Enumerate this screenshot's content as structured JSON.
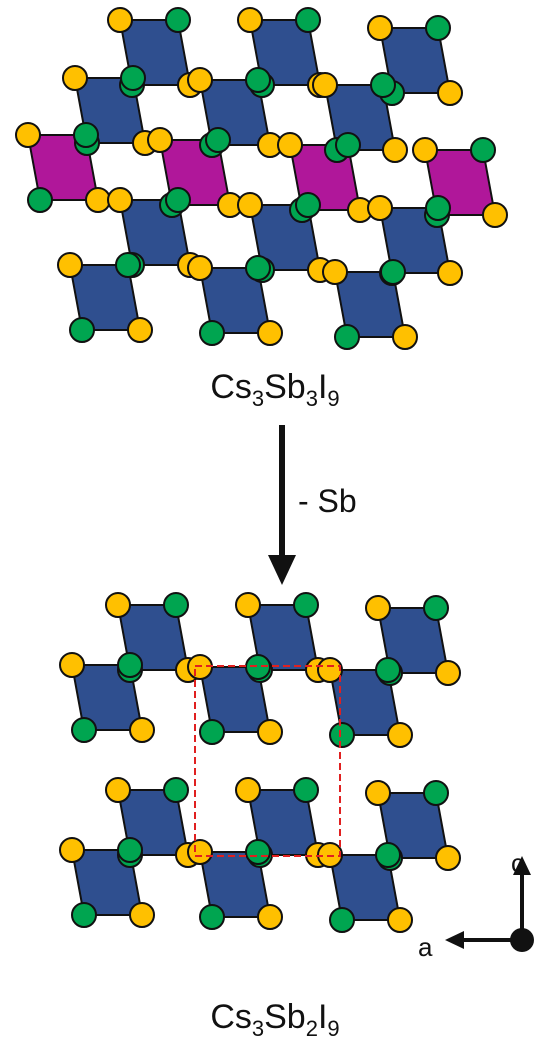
{
  "top_formula": {
    "p1": "Cs",
    "s1": "3",
    "p2": "Sb",
    "s2": "3",
    "p3": "I",
    "s3": "9"
  },
  "bottom_formula": {
    "p1": "Cs",
    "s1": "3",
    "p2": "Sb",
    "s2": "2",
    "p3": "I",
    "s3": "9"
  },
  "transition_label": "- Sb",
  "axes": {
    "horizontal": "a",
    "vertical": "c"
  },
  "colors": {
    "octahedron_blue": "#2F4F8F",
    "octahedron_magenta": "#B0179A",
    "atom_orange": "#FFC000",
    "atom_green": "#00A550",
    "unit_cell": "#E02020"
  }
}
